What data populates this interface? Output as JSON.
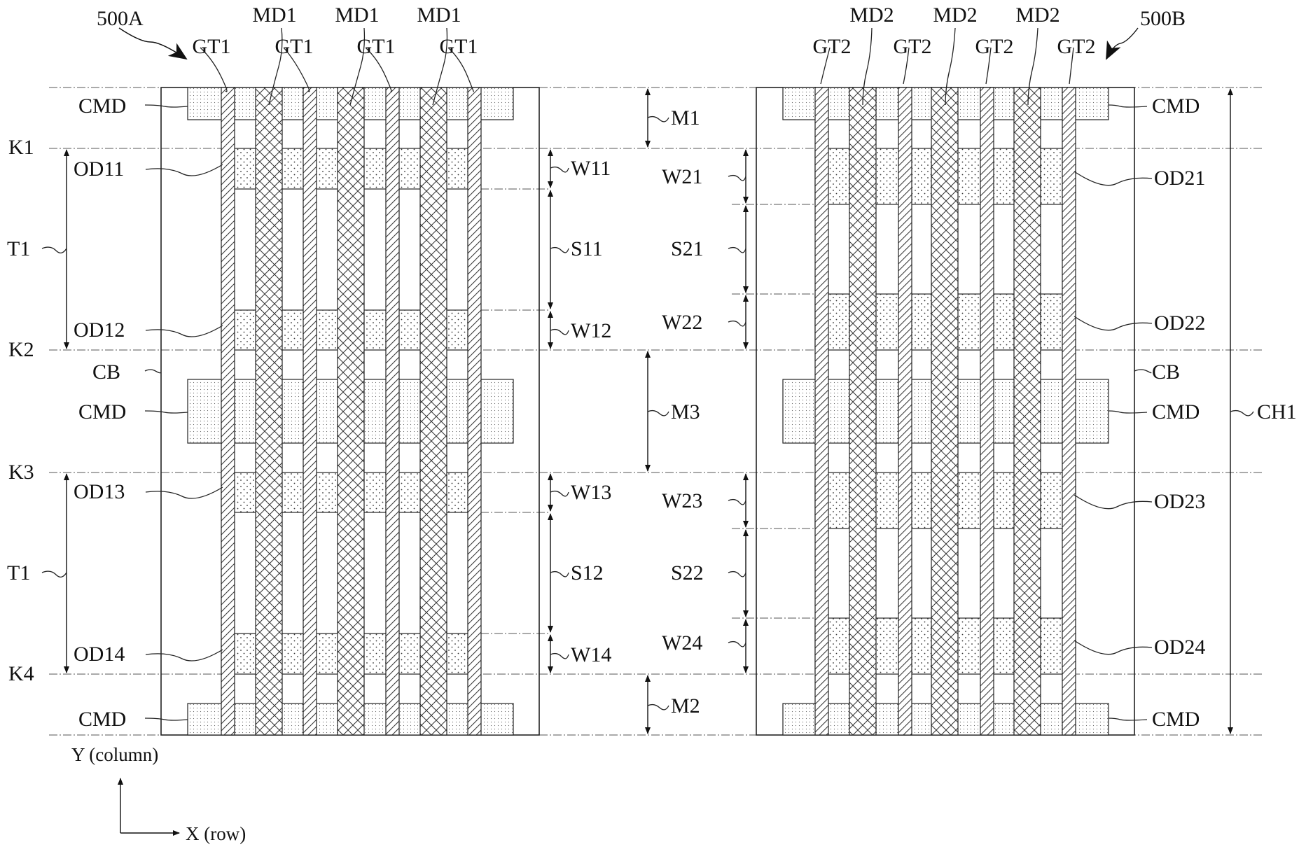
{
  "figure": {
    "cell_a_label": "500A",
    "cell_b_label": "500B",
    "labels": {
      "GT1": "GT1",
      "GT2": "GT2",
      "MD1": "MD1",
      "MD2": "MD2",
      "CMD": "CMD",
      "CB": "CB",
      "K1": "K1",
      "K2": "K2",
      "K3": "K3",
      "K4": "K4",
      "T1": "T1",
      "CH1": "CH1",
      "M1": "M1",
      "M2": "M2",
      "M3": "M3",
      "OD11": "OD11",
      "OD12": "OD12",
      "OD13": "OD13",
      "OD14": "OD14",
      "OD21": "OD21",
      "OD22": "OD22",
      "OD23": "OD23",
      "OD24": "OD24",
      "W11": "W11",
      "W12": "W12",
      "W13": "W13",
      "W14": "W14",
      "W21": "W21",
      "W22": "W22",
      "W23": "W23",
      "W24": "W24",
      "S11": "S11",
      "S12": "S12",
      "S21": "S21",
      "S22": "S22"
    },
    "axis": {
      "y_label": "Y (column)",
      "x_label": "X (row)"
    }
  }
}
